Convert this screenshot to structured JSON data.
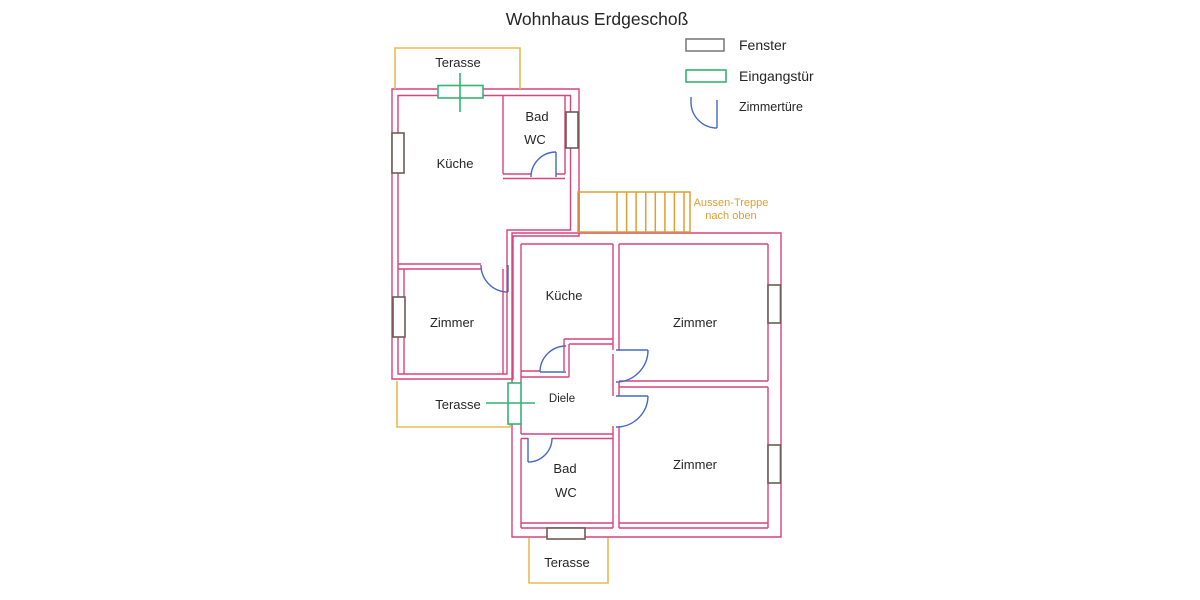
{
  "title": "Wohnhaus Erdgeschoß",
  "legend": {
    "window_label": "Fenster",
    "entry_door_label": "Eingangstür",
    "room_door_label": "Zimmertüre"
  },
  "rooms": {
    "terrace_top": "Terasse",
    "kitchen_upper": "Küche",
    "bath_upper_line1": "Bad",
    "bath_upper_line2": "WC",
    "room_west": "Zimmer",
    "terrace_mid": "Terasse",
    "kitchen_lower": "Küche",
    "hall": "Diele",
    "room_northeast": "Zimmer",
    "room_southeast": "Zimmer",
    "bath_lower_line1": "Bad",
    "bath_lower_line2": "WC",
    "terrace_bottom": "Terasse"
  },
  "stairs": {
    "note_line1": "Aussen-Treppe",
    "note_line2": "nach oben"
  },
  "colors": {
    "wall": "#d9437c",
    "terrace": "#e8bb4f",
    "stairs": "#dd9e33",
    "room_door": "#4468c8",
    "entry_door": "#33b473",
    "window": "#6b5d55",
    "legend_window": "#7d7d7d",
    "text": "#262626"
  }
}
